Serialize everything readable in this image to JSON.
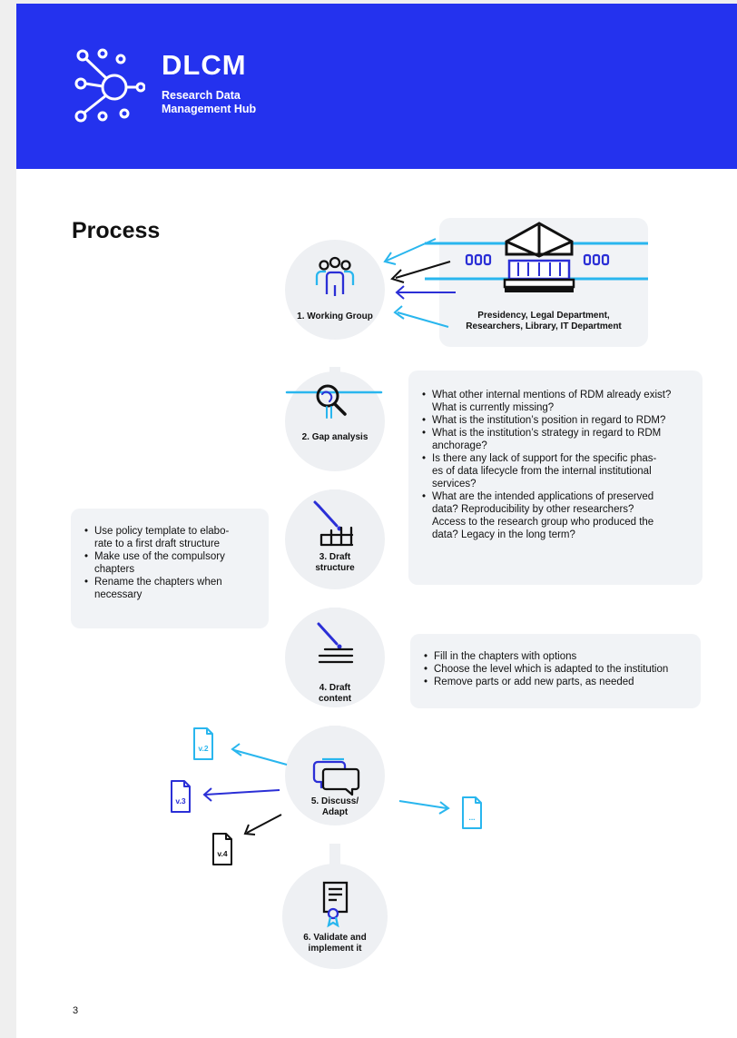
{
  "header": {
    "brand": "DLCM",
    "subtitle": "Research Data\nManagement Hub"
  },
  "page_title": "Process",
  "steps": [
    {
      "label": "1. Working Group"
    },
    {
      "label": "2. Gap analysis"
    },
    {
      "label": "3. Draft\nstructure"
    },
    {
      "label": "4. Draft\ncontent"
    },
    {
      "label": "5. Discuss/\nAdapt"
    },
    {
      "label": "6. Validate and\nimplement it"
    }
  ],
  "stakeholders": "Presidency, Legal Department,\nResearchers, Library, IT Department",
  "gap_questions": [
    "What other internal mentions of RDM already exist?\nWhat is currently missing?",
    "What is the institution’s position in regard to RDM?",
    "What is the institution’s strategy in regard to RDM\nanchorage?",
    "Is there any lack of support for the specific phas-\nes of data lifecycle from the internal institutional\nservices?",
    "What are the intended applications of preserved\ndata? Reproducibility by other researchers?\nAccess to the research group who produced the\ndata? Legacy in the long term?"
  ],
  "structure_notes": [
    "Use policy template to elabo-\nrate to a first draft structure",
    "Make use of the compulsory\nchapters",
    "Rename the chapters when\nnecessary"
  ],
  "content_notes": [
    "Fill in the chapters with options",
    "Choose the level which is adapted to the institution",
    "Remove parts or add new parts, as needed"
  ],
  "versions": [
    "v.2",
    "v.3",
    "v.4",
    "..."
  ],
  "page_number": "3",
  "colors": {
    "brand_blue": "#2432ee",
    "light_blue": "#29b6ee",
    "dark_blue": "#2b2fd6",
    "black": "#111111",
    "node_gray": "#eef0f3"
  }
}
